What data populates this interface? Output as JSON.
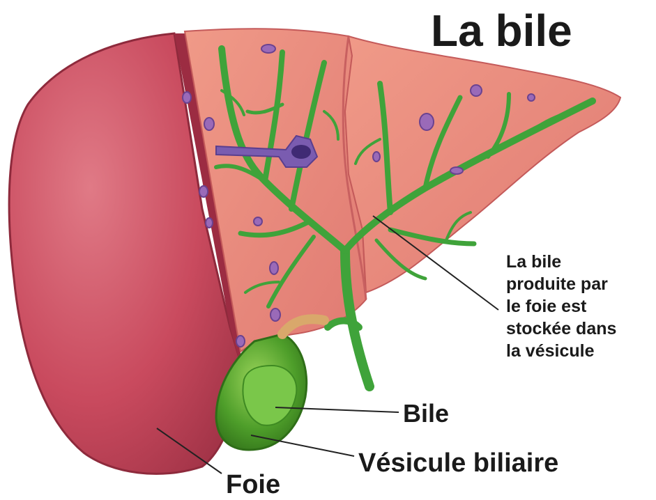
{
  "title": "La bile",
  "note_lines": [
    "La bile",
    "produite par",
    "le foie est",
    "stockée dans",
    "la vésicule"
  ],
  "labels": {
    "bile": "Bile",
    "vesicule": "Vésicule biliaire",
    "foie": "Foie"
  },
  "colors": {
    "liver_surface": "#c94a5e",
    "liver_cut": "#e88a7e",
    "bile_ducts": "#3fa33a",
    "gallbladder": "#4e9e2a",
    "blood_vessels": "#7a5cb0"
  }
}
